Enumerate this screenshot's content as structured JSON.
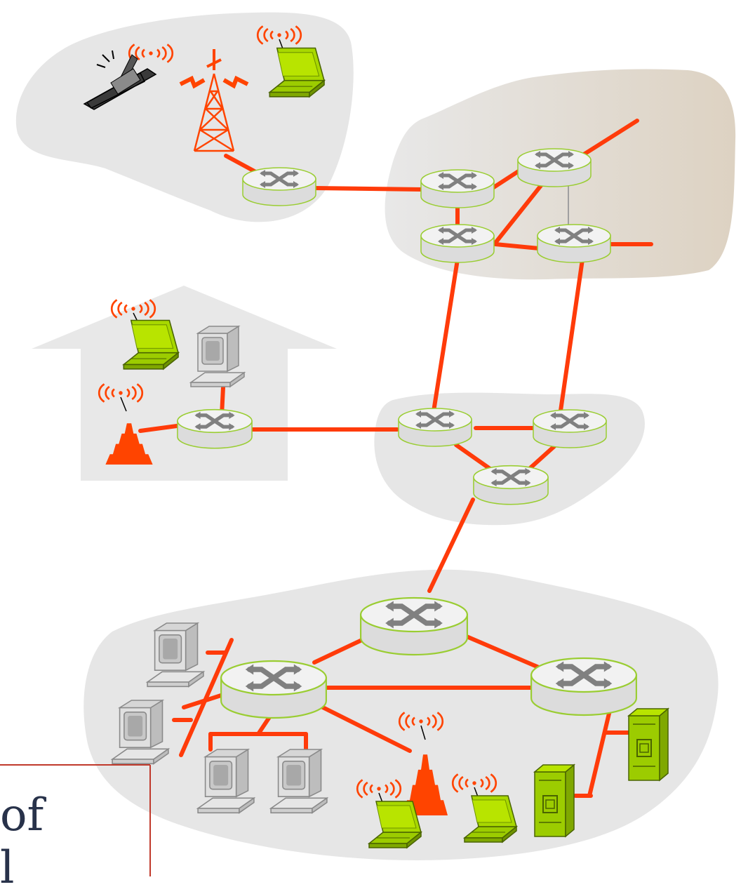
{
  "diagram": {
    "kind": "network-topology",
    "colors": {
      "cloud_fill": "#e6e6e6",
      "isp_fill_start": "#e8e8e8",
      "isp_fill_end": "#ddd2c2",
      "house_fill": "#e8e8e8",
      "link": "#ff3b0a",
      "router_top": "#f2f2f2",
      "router_side": "#dcdcdc",
      "router_edge": "#9acd32",
      "router_arrow": "#808080",
      "device_green": "#9ccc00",
      "device_gray": "#cfcfcf",
      "wireless_red": "#ff4400"
    },
    "regions": [
      {
        "id": "mobile-network",
        "style": "cloud"
      },
      {
        "id": "global-isp",
        "style": "gradient-cloud"
      },
      {
        "id": "home-network",
        "style": "house"
      },
      {
        "id": "regional-isp",
        "style": "cloud"
      },
      {
        "id": "institutional-network",
        "style": "cloud"
      }
    ],
    "routers": [
      {
        "id": "r-mobile"
      },
      {
        "id": "r-isp1"
      },
      {
        "id": "r-isp2"
      },
      {
        "id": "r-isp3"
      },
      {
        "id": "r-isp4"
      },
      {
        "id": "r-home"
      },
      {
        "id": "r-reg1"
      },
      {
        "id": "r-reg2"
      },
      {
        "id": "r-reg3"
      },
      {
        "id": "r-inst-top"
      },
      {
        "id": "r-inst-left"
      },
      {
        "id": "r-inst-right"
      }
    ],
    "links": [
      {
        "from": "r-mobile",
        "to": "r-isp1"
      },
      {
        "from": "r-isp1",
        "to": "r-isp2"
      },
      {
        "from": "r-isp1",
        "to": "r-isp3"
      },
      {
        "from": "r-isp3",
        "to": "r-isp2"
      },
      {
        "from": "r-isp3",
        "to": "r-isp4"
      },
      {
        "from": "r-isp2",
        "to": "r-isp4",
        "style": "thin-gray"
      },
      {
        "from": "r-isp3",
        "to": "r-reg1"
      },
      {
        "from": "r-isp4",
        "to": "r-reg2"
      },
      {
        "from": "r-home",
        "to": "r-reg1"
      },
      {
        "from": "r-reg1",
        "to": "r-reg2"
      },
      {
        "from": "r-reg1",
        "to": "r-reg3"
      },
      {
        "from": "r-reg2",
        "to": "r-reg3"
      },
      {
        "from": "r-reg3",
        "to": "r-inst-top"
      },
      {
        "from": "r-inst-top",
        "to": "r-inst-left"
      },
      {
        "from": "r-inst-top",
        "to": "r-inst-right"
      },
      {
        "from": "r-inst-left",
        "to": "r-inst-right"
      }
    ],
    "devices": [
      {
        "id": "cell-phone",
        "kind": "phone",
        "wireless": true
      },
      {
        "id": "cell-tower",
        "kind": "tower",
        "wireless": true
      },
      {
        "id": "mobile-laptop",
        "kind": "laptop",
        "wireless": true
      },
      {
        "id": "home-laptop",
        "kind": "laptop",
        "wireless": true
      },
      {
        "id": "home-pc",
        "kind": "desktop"
      },
      {
        "id": "home-access-point",
        "kind": "access-point",
        "wireless": true
      },
      {
        "id": "inst-pc-1",
        "kind": "desktop"
      },
      {
        "id": "inst-pc-2",
        "kind": "desktop"
      },
      {
        "id": "inst-pc-3",
        "kind": "desktop"
      },
      {
        "id": "inst-pc-4",
        "kind": "desktop"
      },
      {
        "id": "inst-access-point",
        "kind": "access-point",
        "wireless": true
      },
      {
        "id": "inst-laptop-1",
        "kind": "laptop",
        "wireless": true
      },
      {
        "id": "inst-laptop-2",
        "kind": "laptop",
        "wireless": true
      },
      {
        "id": "server-1",
        "kind": "server"
      },
      {
        "id": "server-2",
        "kind": "server"
      }
    ]
  },
  "text_fragments": {
    "line1": "of",
    "line2": "l"
  }
}
